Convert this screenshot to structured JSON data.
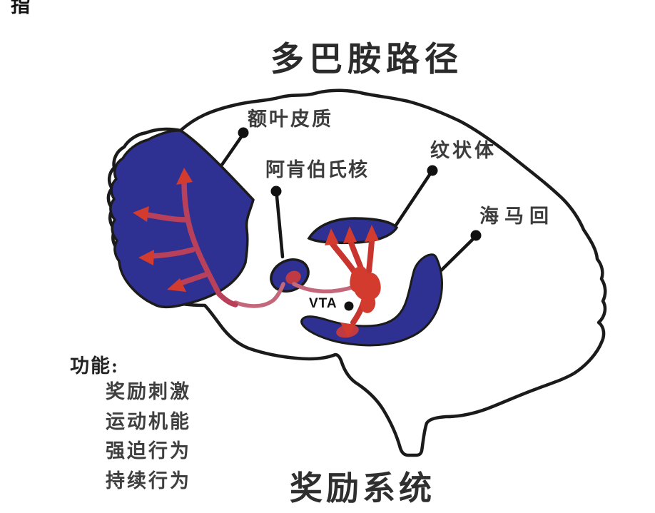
{
  "corner_char": "指",
  "title": "多巴胺路径",
  "labels": {
    "frontal_cortex": "额叶皮质",
    "nucleus_accumbens": "阿肯伯氏核",
    "striatum": "纹状体",
    "hippocampus": "海马回",
    "vta": "VTA"
  },
  "functions": {
    "heading": "功能:",
    "items": [
      "奖励刺激",
      "运动机能",
      "强迫行为",
      "持续行为"
    ]
  },
  "footer": "奖励系统",
  "colors": {
    "background": "#ffffff",
    "outline": "#1b1b1b",
    "structure_navy": "#2e3192",
    "structure_navy_dark": "#262a7a",
    "pathway_red": "#d23b2e",
    "pathway_crimson": "#b8405a",
    "pathway_pink": "#c4677a",
    "blotch_red": "#c03a43",
    "label_text": "#3a3a3a",
    "title_text": "#2b2b2b"
  }
}
